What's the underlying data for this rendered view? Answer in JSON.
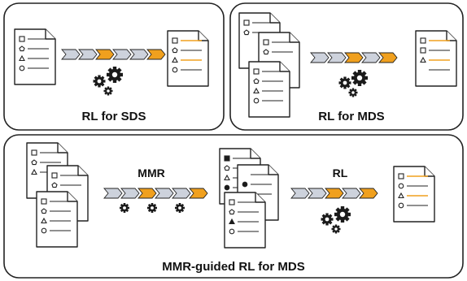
{
  "panels": {
    "sds": {
      "label": "RL for SDS"
    },
    "mds": {
      "label": "RL for MDS"
    },
    "mmr": {
      "label": "MMR-guided RL for MDS",
      "mmr_label": "MMR",
      "rl_label": "RL"
    }
  },
  "colors": {
    "panel_border": "#222222",
    "panel_fill": "#ffffff",
    "chevron_gray": "#cdd2dc",
    "chevron_orange": "#f0a01e",
    "highlight_line": "#f0a01e",
    "text": "#111111"
  },
  "icons": [
    "document-icon",
    "gear-icon",
    "square-icon",
    "pentagon-icon",
    "triangle-icon",
    "circle-icon"
  ]
}
